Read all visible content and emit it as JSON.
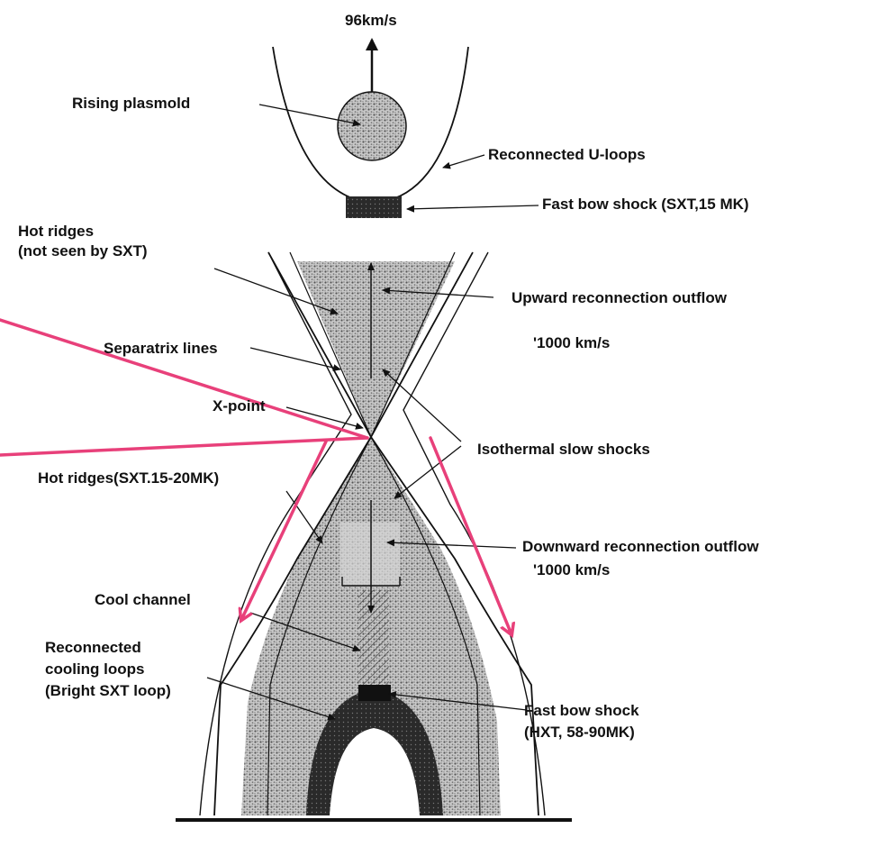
{
  "colors": {
    "ink": "#111111",
    "stipple": "#9a9a9a",
    "dark_loop": "#2a2a2a",
    "annotation": "#e8407a"
  },
  "labels": {
    "speed_top": "96km/s",
    "rising_plasmoid": "Rising plasmold",
    "reconnected_u_loops": "Reconnected U-loops",
    "fast_bow_shock_top": "Fast bow shock (SXT,15 MK)",
    "hot_ridges_top_1": "Hot ridges",
    "hot_ridges_top_2": "(not seen by SXT)",
    "upward_outflow": "Upward reconnection outflow",
    "upward_speed": "'1000 km/s",
    "separatrix_lines": "Separatrix lines",
    "x_point": "X-point",
    "isothermal_slow_shocks": "Isothermal  slow shocks",
    "hot_ridges_bottom": "Hot ridges(SXT.15-20MK)",
    "downward_outflow": "Downward reconnection outflow",
    "downward_speed": "'1000 km/s",
    "cool_channel": "Cool channel",
    "reconnected_cooling_1": "Reconnected",
    "reconnected_cooling_2": "cooling loops",
    "reconnected_cooling_3": "(Bright SXT loop)",
    "fast_bow_shock_bottom_1": "Fast bow shock",
    "fast_bow_shock_bottom_2": "(HXT, 58-90MK)"
  }
}
